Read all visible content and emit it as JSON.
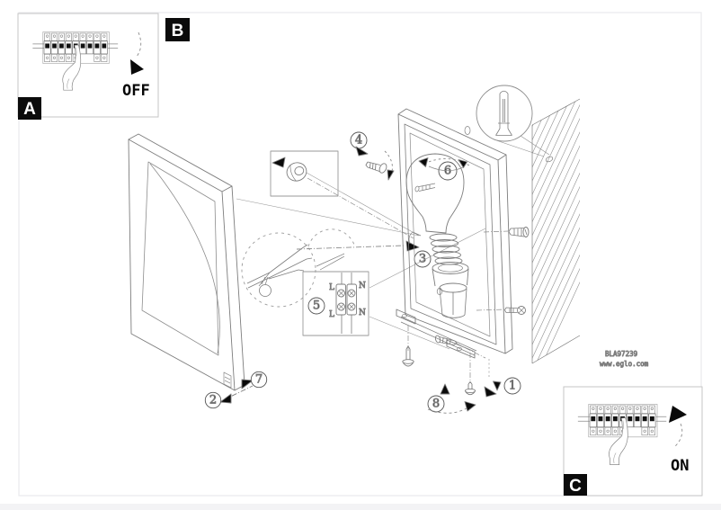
{
  "steps": {
    "a": {
      "label": "A",
      "action": "OFF"
    },
    "b": {
      "label": "B"
    },
    "c": {
      "label": "C",
      "action": "ON"
    }
  },
  "callouts": {
    "n1": "1",
    "n2": "2",
    "n3": "3",
    "n4": "4",
    "n5": "5",
    "n6": "6",
    "n7": "7",
    "n8": "8"
  },
  "terminal_block": {
    "top_left": "L",
    "top_right": "N",
    "bottom_left": "L",
    "bottom_right": "N"
  },
  "watermark": {
    "model": "BLA97239",
    "website": "www.eglo.com"
  },
  "colors": {
    "line": "#777777",
    "light_line": "#c6c6c6",
    "frame": "#ececf0",
    "black": "#0a0a0a",
    "footer_strip": "#f3f3f5"
  }
}
